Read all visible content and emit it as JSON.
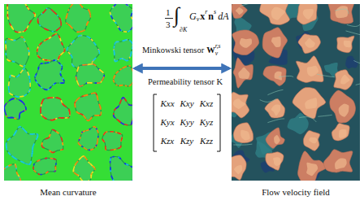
{
  "diagram": {
    "nodes": [
      {
        "text": [
          "Mean curvature"
        ]
      },
      {
        "text": [
          "Flow velocity field"
        ]
      }
    ],
    "edges": [
      {
        "from": 0,
        "to": 1,
        "arrow": "both"
      }
    ],
    "labels": [
      "1",
      "3",
      "∫",
      "∂K",
      "G",
      "v",
      "x",
      "r",
      "n",
      "s",
      "dA",
      "Minkowski tensor",
      "W",
      "v",
      "r,s",
      "Permeability tensor K",
      "Kxx",
      "Kxy",
      "Kxz",
      "Kyx",
      "Kyy",
      "Kyz",
      "Kzx",
      "Kzy",
      "Kzz"
    ]
  }
}
